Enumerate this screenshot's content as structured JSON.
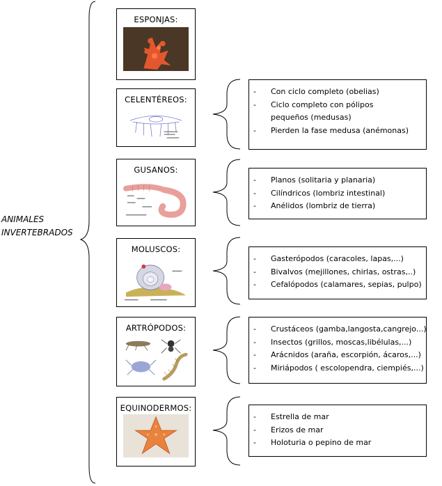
{
  "root": {
    "line1": "ANIMALES",
    "line2": "INVERTEBRADOS"
  },
  "groups": [
    {
      "name": "ESPONJAS:",
      "items": []
    },
    {
      "name": "CELENTÉREOS:",
      "items": [
        "Con ciclo completo  (obelias)",
        "Ciclo completo con pólipos pequeños (medusas)",
        "Pierden la fase medusa (anémonas)"
      ]
    },
    {
      "name": "GUSANOS:",
      "items": [
        "Planos (solitaria y planaria)",
        "Cilíndricos (lombriz intestinal)",
        "Anélidos (lombriz de tierra)"
      ]
    },
    {
      "name": "MOLUSCOS:",
      "items": [
        "Gasterópodos (caracoles, lapas,...)",
        "Bivalvos (mejillones, chirlas, ostras,..)",
        "Cefalópodos (calamares, sepias, pulpo)"
      ]
    },
    {
      "name": "ARTRÓPODOS:",
      "items": [
        "Crustáceos (gamba,langosta,cangrejo...)",
        "Insectos (grillos, moscas,libélulas,...)",
        "Arácnidos (araña, escorpión, ácaros,...)",
        "Miriápodos ( escolopendra, ciempiés,...)"
      ]
    },
    {
      "name": "EQUINODERMOS:",
      "items": [
        "Estrella de mar",
        "Erizos de mar",
        "Holoturia o pepino de mar"
      ]
    }
  ],
  "dash": "-"
}
